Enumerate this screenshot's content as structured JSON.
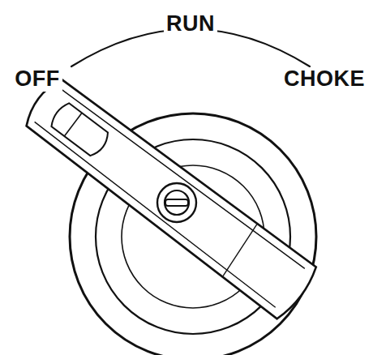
{
  "diagram": {
    "labels": [
      "OFF",
      "RUN",
      "CHOKE"
    ]
  }
}
